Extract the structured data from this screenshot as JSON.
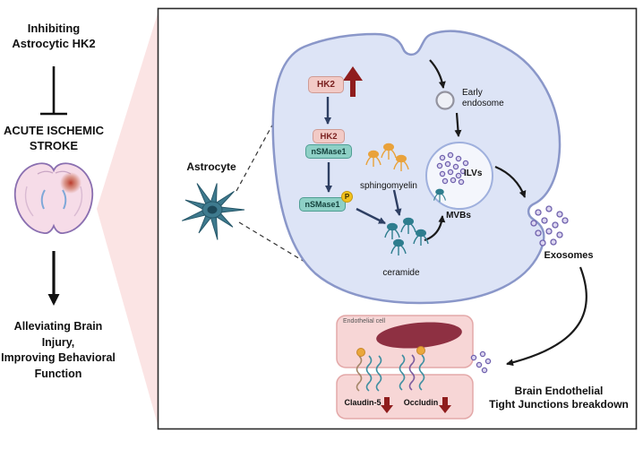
{
  "left_panel": {
    "inhibiting": "Inhibiting\nAstrocytic HK2",
    "stroke": "ACUTE ISCHEMIC\nSTROKE",
    "outcome": "Alleviating Brain Injury,\nImproving Behavioral\nFunction"
  },
  "cell": {
    "astrocyte": "Astrocyte",
    "hk2_top": "HK2",
    "hk2_mid": "HK2",
    "nsmase1": "nSMase1",
    "nsmase1_p": "nSMase1",
    "phospho": "P",
    "sphingomyelin": "sphingomyelin",
    "ceramide": "ceramide",
    "early_endosome": "Early\nendosome",
    "ilvs": "ILVs",
    "mvbs": "MVBs",
    "exosomes": "Exosomes"
  },
  "endothelium": {
    "endothelial_cell": "Endothelial cell",
    "claudin5": "Claudin-5",
    "occludin": "Occludin",
    "breakdown": "Brain Endothelial\nTight Junctions breakdown"
  },
  "colors": {
    "funnel_pink": "#fbe4e4",
    "cell_fill": "#dde4f6",
    "cell_stroke": "#8a97c9",
    "hk2_box": "#f2cac6",
    "hk2_text": "#7a2020",
    "nsmase_box": "#8ed0c6",
    "phosphate_yellow": "#f2c11d",
    "increase_decrease_red": "#8f1d1d",
    "sphingomyelin_orange": "#e9a23b",
    "ceramide_teal": "#2e7d8e",
    "exosome_purple": "#6f61ad",
    "astrocyte_teal": "#3e7a8e",
    "endothelial_pink": "#f7d6d6",
    "nucleus_maroon": "#8e3042"
  }
}
